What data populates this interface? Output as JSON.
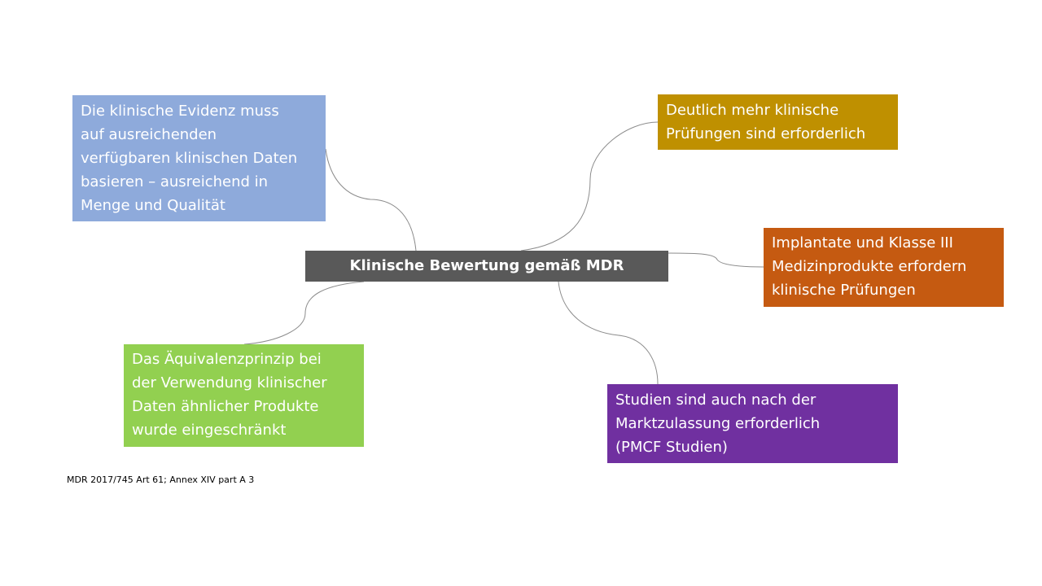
{
  "central": {
    "text": "Klinische Bewertung gemäß MDR",
    "color": "#595959"
  },
  "boxes": {
    "evidence": {
      "text": "Die klinische Evidenz muss\nauf ausreichenden\nverfügbaren klinischen Daten\nbasieren – ausreichend in\nMenge und Qualität",
      "color": "#8eaadb"
    },
    "trials": {
      "text": "Deutlich mehr klinische\nPrüfungen sind erforderlich",
      "color": "#bf9000"
    },
    "implant": {
      "text": "Implantate und Klasse III\nMedizinprodukte erfordern\nklinische Prüfungen",
      "color": "#c55a11"
    },
    "equivalence": {
      "text": "Das Äquivalenzprinzip bei\nder Verwendung klinischer\nDaten ähnlicher Produkte\nwurde eingeschränkt",
      "color": "#92d050"
    },
    "pmcf": {
      "text": "Studien sind auch nach der\nMarktzulassung erforderlich\n(PMCF Studien)",
      "color": "#7030a0"
    }
  },
  "footnote": "MDR 2017/745 Art 61; Annex XIV part A 3",
  "connector_color": "#8c8c8c"
}
